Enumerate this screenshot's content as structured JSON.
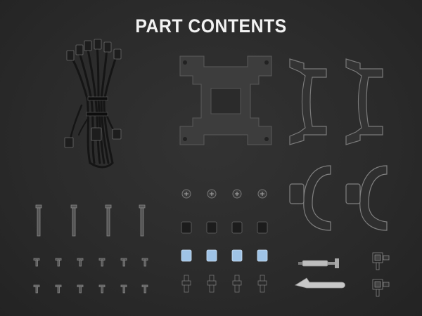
{
  "title": "PART CONTENTS",
  "colors": {
    "background": "#2b2b2b",
    "part_dark": "#3c3c3c",
    "part_outline": "#6a6a6a",
    "transparent_part": "#8a8a8a",
    "pad_blue": "#9fc3e6",
    "cable": "#151515",
    "spatula": "#c8c8c8"
  },
  "parts": [
    {
      "name": "fan-cable-bundle",
      "count": 1
    },
    {
      "name": "intel-backplate",
      "count": 1
    },
    {
      "name": "amd-mounting-bracket",
      "count": 2
    },
    {
      "name": "intel-mounting-bracket",
      "count": 2
    },
    {
      "name": "long-screw",
      "count": 4
    },
    {
      "name": "thumb-screw",
      "count": 4
    },
    {
      "name": "black-spacer",
      "count": 4
    },
    {
      "name": "blue-washer",
      "count": 4
    },
    {
      "name": "standoff",
      "count": 4
    },
    {
      "name": "small-screw",
      "count": 12
    },
    {
      "name": "thermal-paste-syringe",
      "count": 1
    },
    {
      "name": "paste-spatula",
      "count": 1
    },
    {
      "name": "cable-clip",
      "count": 2
    }
  ]
}
